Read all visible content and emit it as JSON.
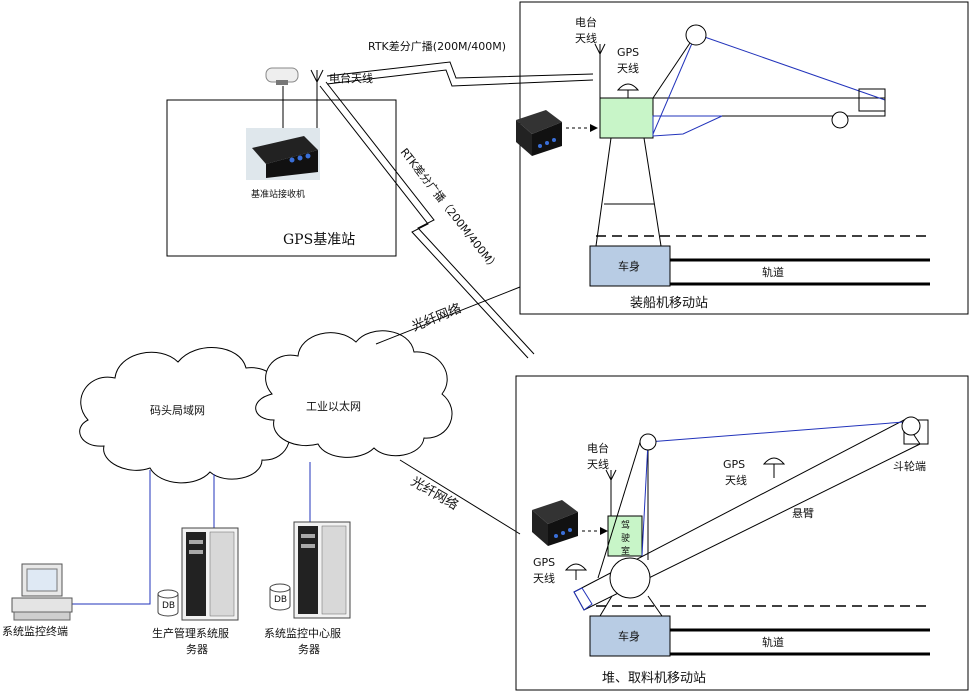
{
  "base_station": {
    "radio_antenna": "电台天线",
    "receiver": "基准站接收机",
    "title": "GPS基准站"
  },
  "links": {
    "rtk_top": "RTK差分广播(200M/400M)",
    "rtk_diag": "RTK差分广播（200M/400M）",
    "fiber_top": "光纤网络",
    "fiber_bottom": "光纤网络"
  },
  "ship_loader": {
    "radio_line1": "电台",
    "radio_line2": "天线",
    "gps_line1": "GPS",
    "gps_line2": "天线",
    "body": "车身",
    "track": "轨道",
    "title": "装船机移动站"
  },
  "stacker": {
    "radio_line1": "电台",
    "radio_line2": "天线",
    "gps_top_line1": "GPS",
    "gps_top_line2": "天线",
    "gps_left_line1": "GPS",
    "gps_left_line2": "天线",
    "cab_line1": "驾",
    "cab_line2": "驶",
    "cab_line3": "室",
    "wheel_end": "斗轮端",
    "boom": "悬臂",
    "body": "车身",
    "track": "轨道",
    "title": "堆、取料机移动站"
  },
  "network": {
    "dock_lan": "码头局域网",
    "industrial_eth": "工业以太网"
  },
  "terminals": {
    "monitor_terminal": "系统监控终端",
    "prod_server_line1": "生产管理系统服",
    "prod_server_line2": "务器",
    "mon_server_line1": "系统监控中心服",
    "mon_server_line2": "务器",
    "db": "DB"
  },
  "colors": {
    "line": "#000000",
    "blue": "#2233bb",
    "cab_green": "#c8f5c8",
    "body_blue": "#b8cce4"
  }
}
